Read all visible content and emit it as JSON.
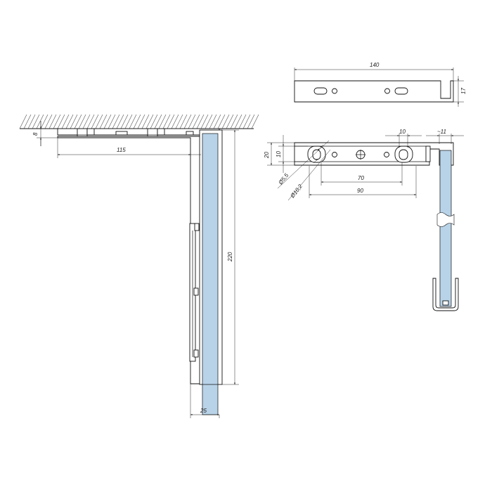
{
  "colors": {
    "line": "#111111",
    "glass": "#b8d3e8",
    "background": "#ffffff"
  },
  "side_view": {
    "dim_ceiling_gap": "8",
    "dim_arm_length": "115",
    "dim_height": "220",
    "dim_width": "25"
  },
  "top_view": {
    "dim_length": "140",
    "dim_end_height": "17"
  },
  "front_view": {
    "dim_height": "20",
    "dim_slot_height": "10",
    "dim_slot_width": "10",
    "dim_glass_thickness": "~11",
    "dim_small_hole": "Ø5,5",
    "dim_large_hole": "Ø10,2",
    "dim_hole_spacing": "70",
    "dim_outer_spacing": "90"
  }
}
